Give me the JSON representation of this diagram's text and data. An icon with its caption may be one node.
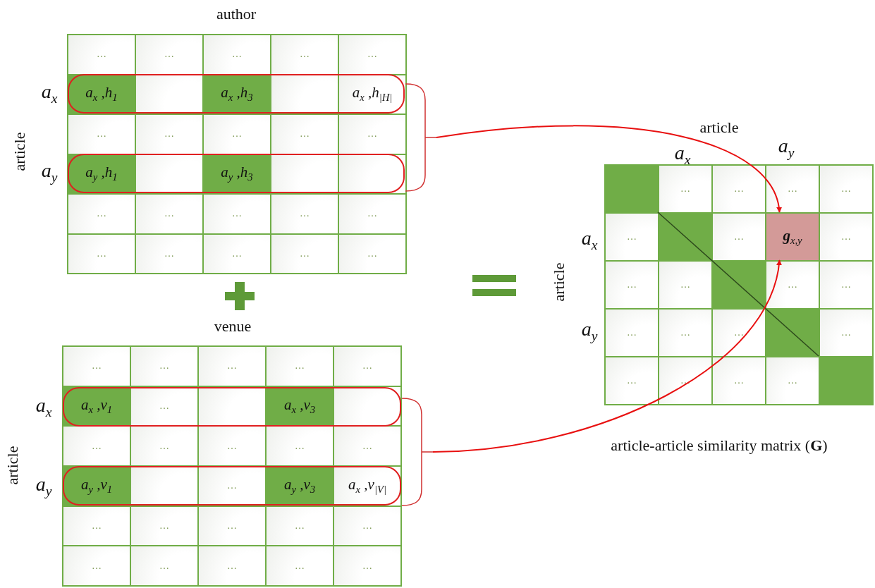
{
  "diagram": {
    "caption": "article-article similarity matrix (**G**)",
    "nodes": [
      {
        "text": [],
        "shape": "bracket"
      },
      {
        "text": [],
        "shape": "bracket"
      },
      {
        "text": [
          "**g**$_{x,y}$"
        ]
      }
    ],
    "edges": [
      {
        "from": 0,
        "to": 2,
        "arrow": "to"
      },
      {
        "from": 1,
        "to": 2,
        "arrow": "to"
      }
    ],
    "labels": [
      "author",
      "article",
      "a$_{x}$",
      "a$_{y}$",
      "…",
      "…",
      "…",
      "…",
      "…",
      "a$_{x}$ ,h$_{1}$",
      "a$_{x}$ ,h$_{3}$",
      "a$_{x}$ ,h$_{|H|}$",
      "…",
      "…",
      "…",
      "…",
      "…",
      "a$_{y}$ ,h$_{1}$",
      "a$_{y}$ ,h$_{3}$",
      "…",
      "…",
      "…",
      "…",
      "…",
      "…",
      "…",
      "…",
      "…",
      "…",
      "venue",
      "article",
      "a$_{x}$",
      "a$_{y}$",
      "…",
      "…",
      "…",
      "…",
      "…",
      "a$_{x}$ ,v$_{1}$",
      "…",
      "a$_{x}$ ,v$_{3}$",
      "…",
      "…",
      "…",
      "…",
      "…",
      "a$_{y}$ ,v$_{1}$",
      "…",
      "a$_{y}$ ,v$_{3}$",
      "a$_{x}$ ,v$_{|V|}$",
      "…",
      "…",
      "…",
      "…",
      "…",
      "…",
      "…",
      "…",
      "…",
      "…",
      "article",
      "a$_{x}$",
      "a$_{y}$",
      "article",
      "a$_{x}$",
      "a$_{y}$",
      "…",
      "…",
      "…",
      "…",
      "…",
      "…",
      "…",
      "…",
      "…",
      "…",
      "…",
      "…",
      "…",
      "…",
      "…",
      "…",
      "…",
      "…",
      "…"
    ]
  }
}
